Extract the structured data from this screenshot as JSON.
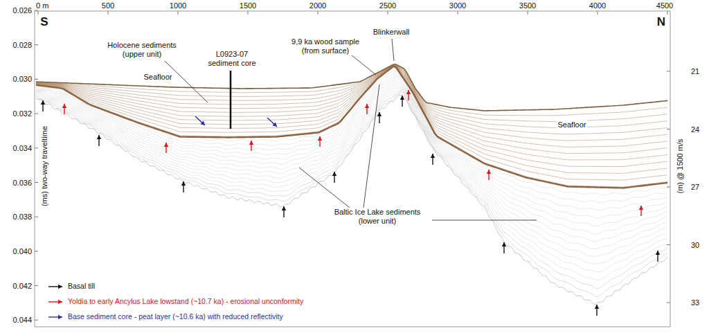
{
  "diagram": {
    "labels": [
      "0 m",
      "500",
      "1000",
      "1500",
      "2000",
      "2500",
      "3000",
      "3500",
      "4000",
      "4500",
      "S",
      "N",
      "0.026",
      "0.028",
      "0.030",
      "0.032",
      "0.034",
      "0.036",
      "0.038",
      "0.040",
      "0.042",
      "0.044",
      "21",
      "24",
      "27",
      "30",
      "33",
      "(ms) two-way traveltime",
      "(m) @ 1500 m/s",
      "Holocene sediments (upper unit)",
      "L0923-07 sediment core",
      "Seafloor",
      "9,9 ka wood sample (from surface)",
      "Blinkerwall",
      "Seafloor",
      "Baltic Ice Lake sediments (lower unit)"
    ],
    "legend": [
      {
        "text": "Basal till"
      },
      {
        "text": "Yoldia to early Ancylus Lake lowstand  (~10.7 ka) - erosional unconformity"
      },
      {
        "text": "Base sediment core - peat layer (~10.6 ka) with reduced reflectivity"
      }
    ]
  }
}
